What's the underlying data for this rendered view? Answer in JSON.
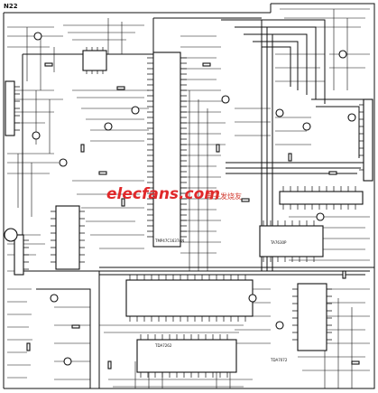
{
  "diagram": {
    "corner_label": "N22",
    "ic_labels": [
      "TMP47C1637AN",
      "TA7630P",
      "TDA7072",
      "TDA7262"
    ],
    "logo": {
      "main_text": "elecfans.com",
      "sub_text": "电子发烧友",
      "colors": {
        "main": "#e0282a",
        "sub": "#d23a2f"
      }
    },
    "colors": {
      "ink": "#111111",
      "paper": "#ffffff"
    }
  }
}
